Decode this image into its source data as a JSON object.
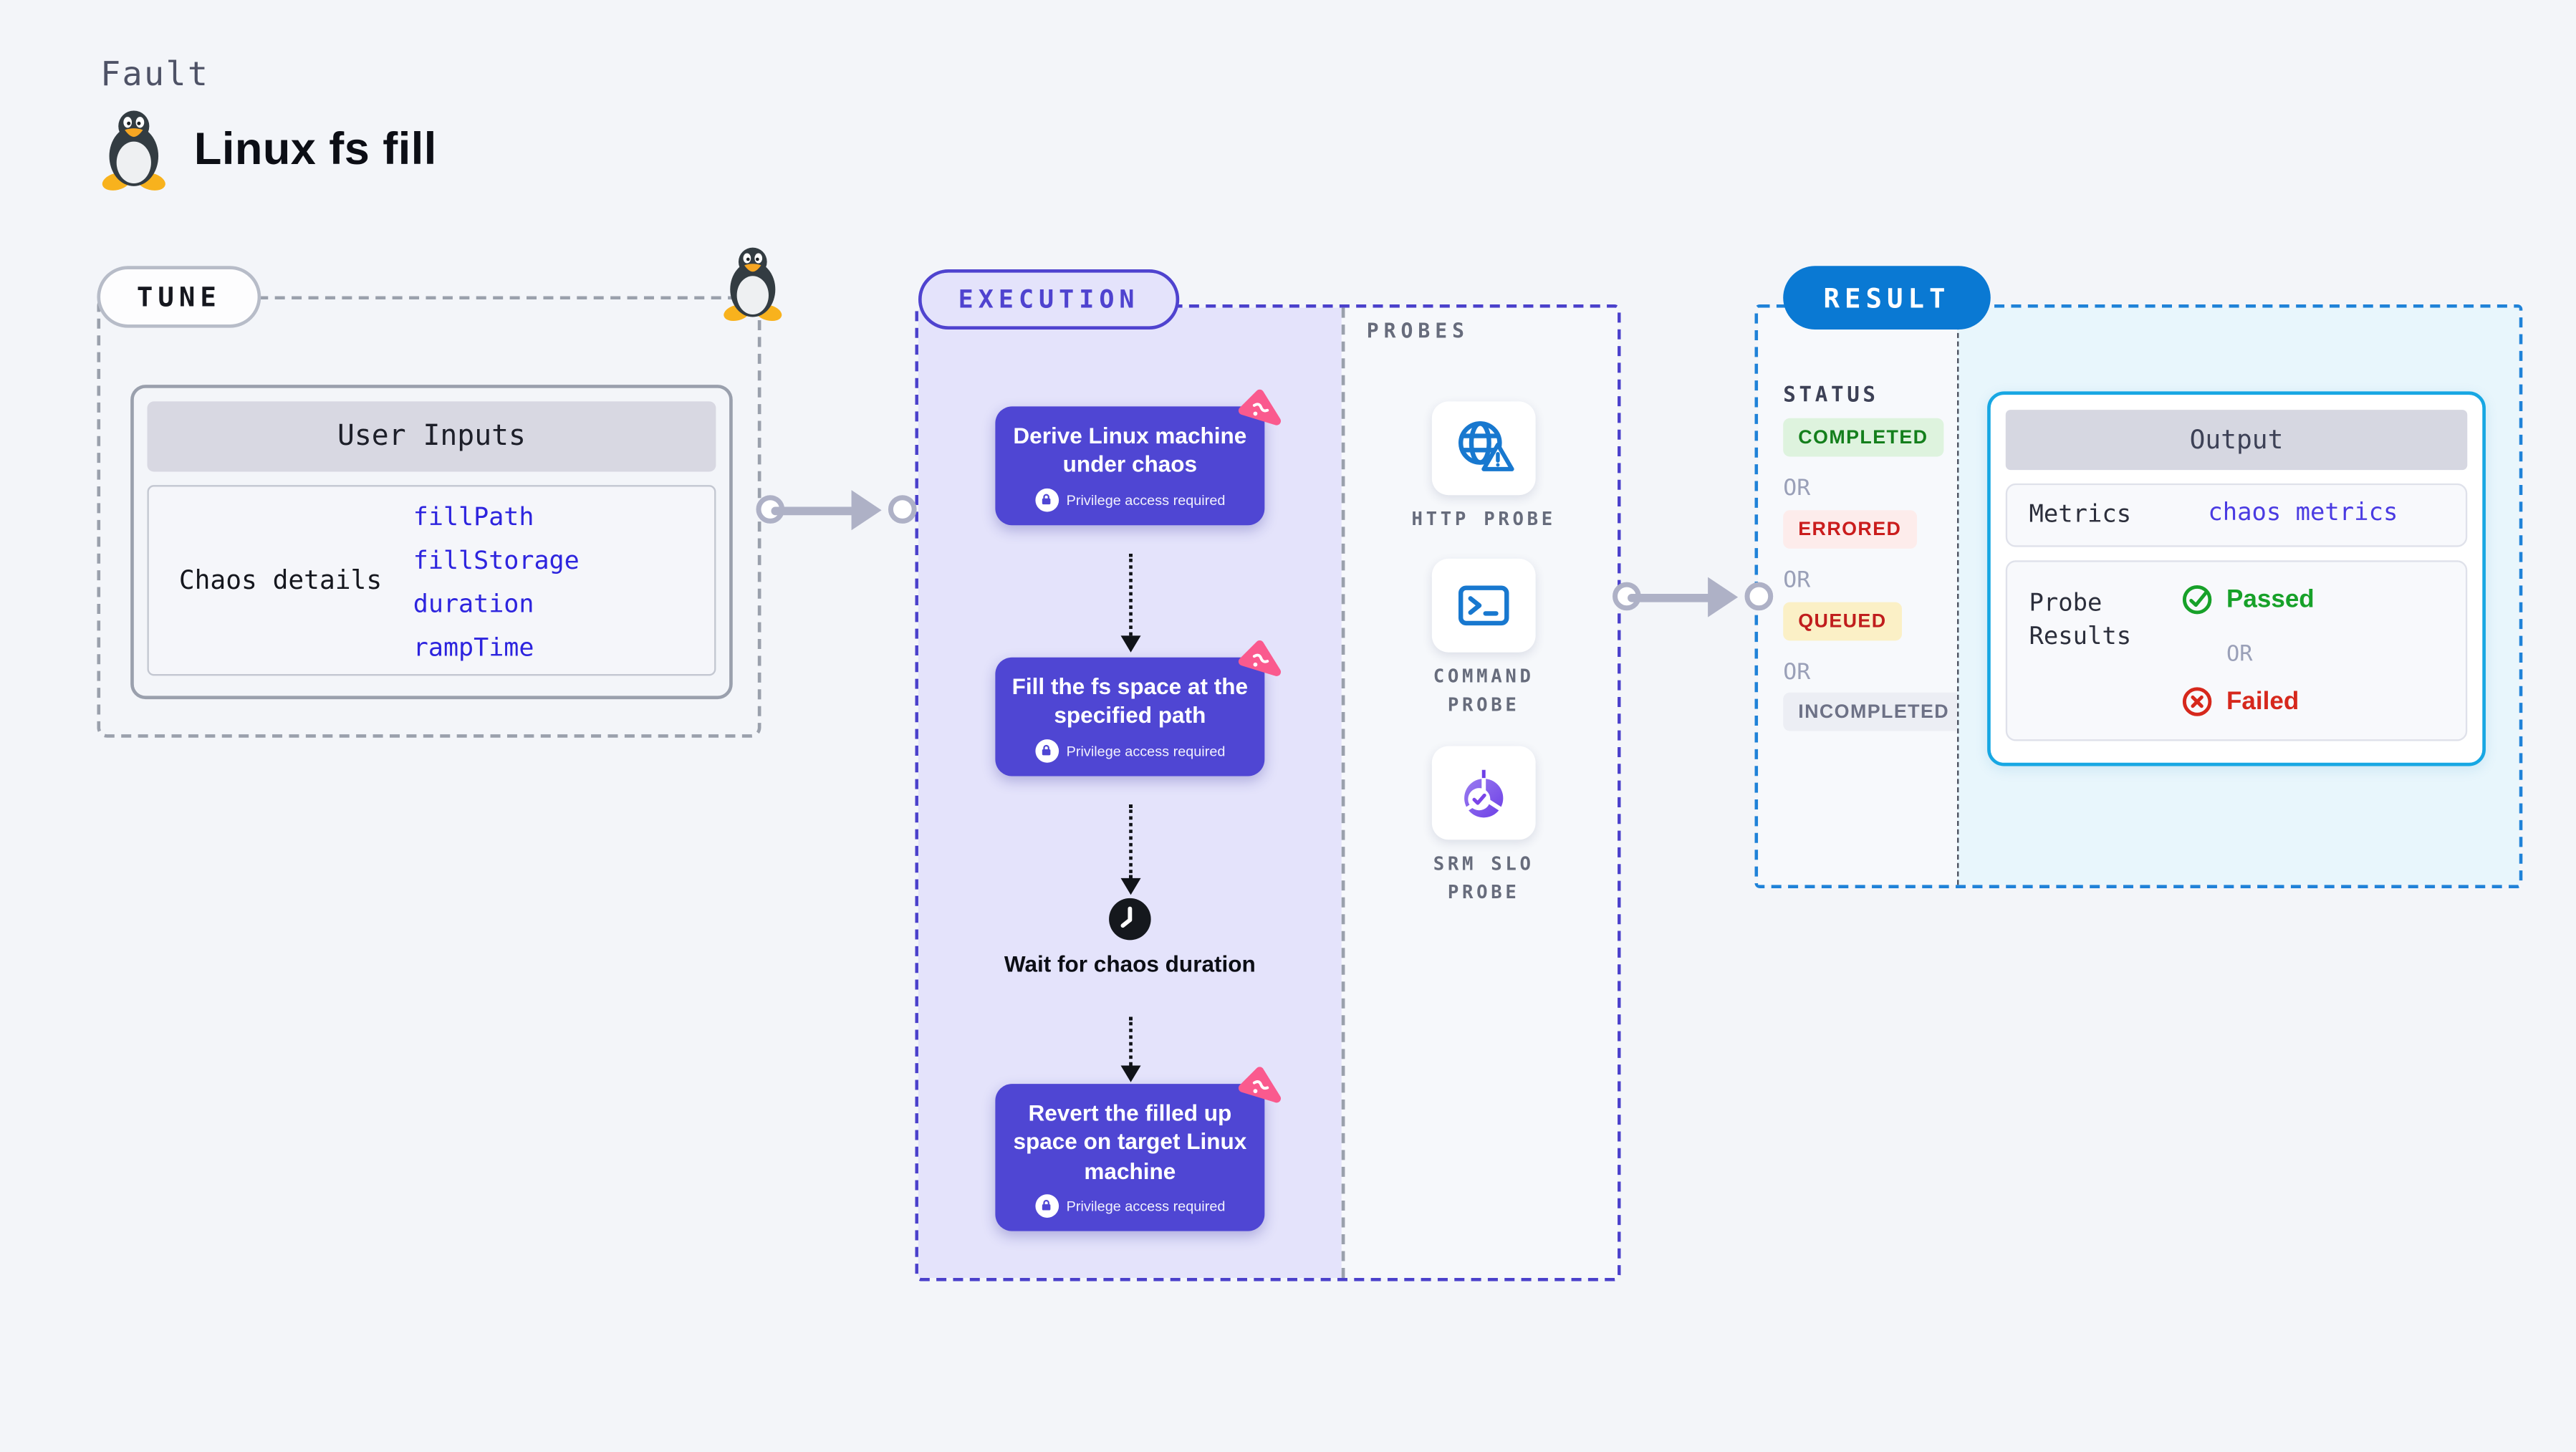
{
  "page": {
    "kicker": "Fault",
    "title": "Linux fs fill"
  },
  "tune": {
    "badge": "TUNE",
    "user_inputs_title": "User Inputs",
    "chaos_details_label": "Chaos details",
    "inputs": [
      "fillPath",
      "fillStorage",
      "duration",
      "rampTime"
    ]
  },
  "execution": {
    "badge": "EXECUTION",
    "steps": [
      {
        "title": "Derive Linux machine under chaos",
        "note": "Privilege access required"
      },
      {
        "title": "Fill the fs space at the specified path",
        "note": "Privilege access required"
      },
      {
        "title": "Revert the filled up space on target Linux machine",
        "note": "Privilege access required"
      }
    ],
    "wait_label": "Wait for chaos duration"
  },
  "probes": {
    "heading": "PROBES",
    "items": [
      {
        "label": "HTTP PROBE",
        "icon": "globe-alert-icon"
      },
      {
        "label": "COMMAND PROBE",
        "icon": "terminal-icon"
      },
      {
        "label": "SRM SLO PROBE",
        "icon": "slo-donut-icon"
      }
    ]
  },
  "result": {
    "badge": "RESULT",
    "status_heading": "STATUS",
    "or_label": "OR",
    "statuses": [
      {
        "label": "COMPLETED",
        "type": "completed"
      },
      {
        "label": "ERRORED",
        "type": "errored"
      },
      {
        "label": "QUEUED",
        "type": "queued"
      },
      {
        "label": "INCOMPLETED",
        "type": "incompleted"
      }
    ],
    "output": {
      "title": "Output",
      "metrics_label": "Metrics",
      "metrics_value": "chaos metrics",
      "probe_results_label": "Probe Results",
      "passed_label": "Passed",
      "or_label": "OR",
      "failed_label": "Failed"
    }
  },
  "colors": {
    "page_bg": "#f3f5f9",
    "step_indigo": "#4f46d3",
    "execution_border": "#4a40cb",
    "lavender_panel": "#e4e3fb",
    "chaos_flag_pink": "#fa5a8e",
    "result_badge_blue": "#0a79d3",
    "result_border_blue": "#1f82d8",
    "output_border_cyan": "#17a7e3",
    "cyan_panel_bg": "#e8f6fc",
    "probe_icon_blue": "#1878cf",
    "slo_purple": "#6d3fe6",
    "passed_green": "#17a129",
    "failed_red": "#d6281c",
    "completed_green": "#147f1c",
    "errored_red": "#ca1d1d",
    "queued_text_red": "#c01d1d",
    "incompleted_gray": "#6d7186",
    "muted_or_gray": "#9aa0b8",
    "dashed_gray": "#9aa0ac"
  }
}
